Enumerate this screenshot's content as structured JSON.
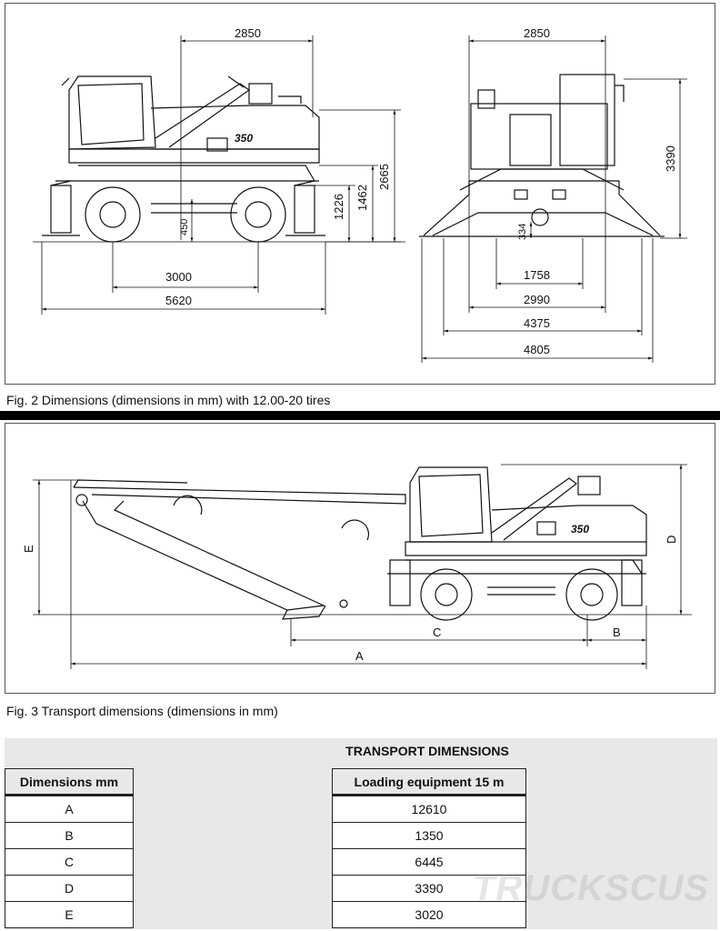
{
  "fig2": {
    "caption": "Fig. 2  Dimensions (dimensions in mm) with 12.00-20 tires",
    "model": "350",
    "side": {
      "dim_top": "2850",
      "dim_h1": "2665",
      "dim_h2": "1462",
      "dim_h3": "1226",
      "dim_clear": "450",
      "dim_wheelbase": "3000",
      "dim_length": "5620"
    },
    "rear": {
      "dim_top": "2850",
      "dim_height": "3390",
      "dim_clear": "334",
      "dim_w1": "1758",
      "dim_w2": "2990",
      "dim_w3": "4375",
      "dim_w4": "4805"
    }
  },
  "fig3": {
    "caption": "Fig. 3  Transport dimensions (dimensions in mm)",
    "model": "350",
    "labels": {
      "a": "A",
      "b": "B",
      "c": "C",
      "d": "D",
      "e": "E"
    }
  },
  "table": {
    "title": "TRANSPORT  DIMENSIONS",
    "col1": "Dimensions mm",
    "col2": "Loading equipment 15 m",
    "rows": [
      {
        "dim": "A",
        "value": "12610"
      },
      {
        "dim": "B",
        "value": "1350"
      },
      {
        "dim": "C",
        "value": "6445"
      },
      {
        "dim": "D",
        "value": "3390"
      },
      {
        "dim": "E",
        "value": "3020"
      }
    ]
  },
  "watermark": "TRUCKSCUS"
}
